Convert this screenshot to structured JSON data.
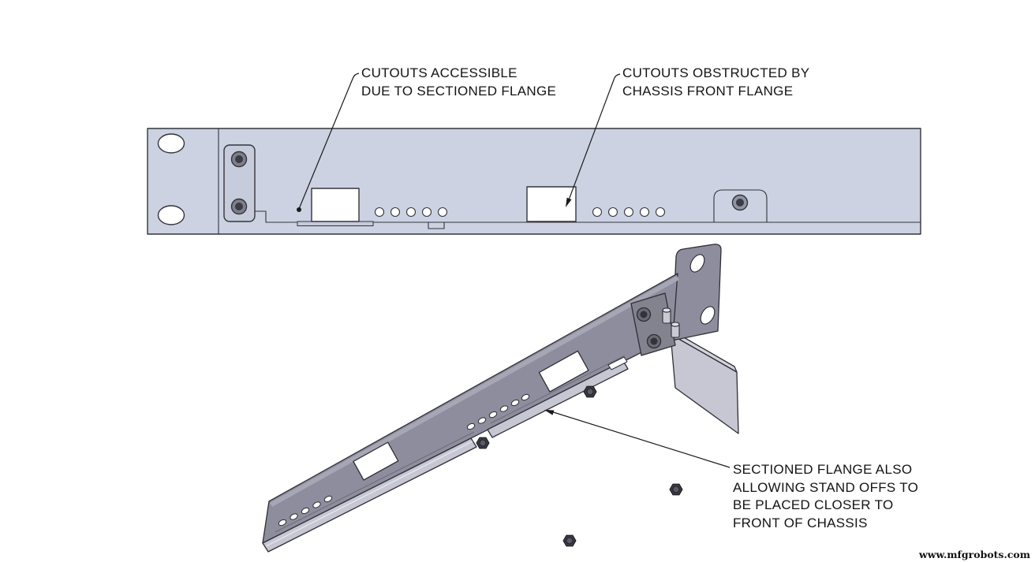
{
  "annotations": {
    "cutouts_accessible": {
      "lines": [
        "CUTOUTS ACCESSIBLE",
        "DUE TO SECTIONED FLANGE"
      ]
    },
    "cutouts_obstructed": {
      "lines": [
        "CUTOUTS OBSTRUCTED BY",
        "CHASSIS FRONT FLANGE"
      ]
    },
    "sectioned_flange": {
      "lines": [
        "SECTIONED FLANGE ALSO",
        "ALLOWING STAND OFFS TO",
        "BE PLACED CLOSER TO",
        "FRONT OF CHASSIS"
      ]
    }
  },
  "watermark": "www.mfgrobots.com",
  "colors": {
    "background": "#ffffff",
    "outline": "#34343c",
    "front_panel": "#ccd2e1",
    "bracket": "#c6ccdb",
    "iso_face": "#8e8d9d",
    "iso_bracket": "#83828f",
    "iso_flange_light": "#c6c7d2",
    "iso_flange_top": "#d3d4dd",
    "leader": "#1a1a1a"
  }
}
